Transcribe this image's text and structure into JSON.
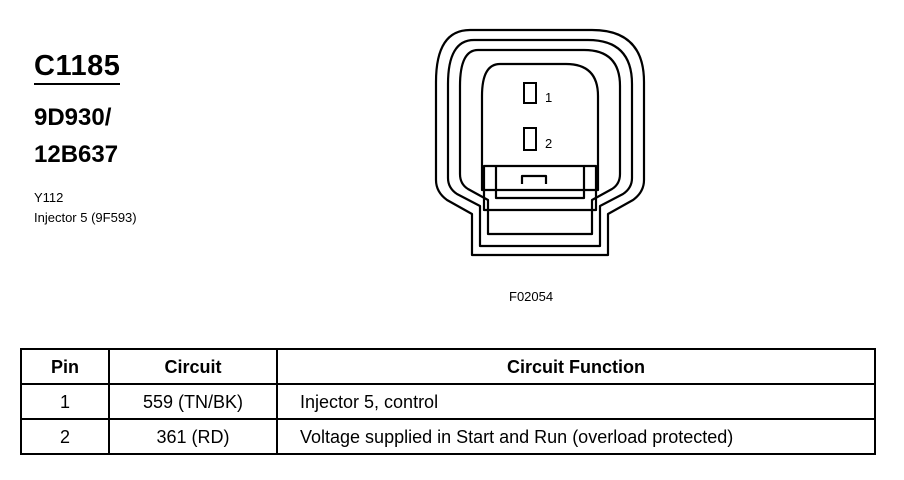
{
  "connector": {
    "id": "C1185",
    "part_numbers": [
      "9D930/",
      "12B637"
    ],
    "location": "Y112",
    "description": "Injector 5 (9F593)",
    "figure_id": "F02054",
    "pin_labels": [
      "1",
      "2"
    ]
  },
  "table": {
    "headers": [
      "Pin",
      "Circuit",
      "Circuit Function"
    ],
    "rows": [
      [
        "1",
        "559 (TN/BK)",
        "Injector 5, control"
      ],
      [
        "2",
        "361 (RD)",
        "Voltage supplied in Start and Run (overload protected)"
      ]
    ]
  }
}
